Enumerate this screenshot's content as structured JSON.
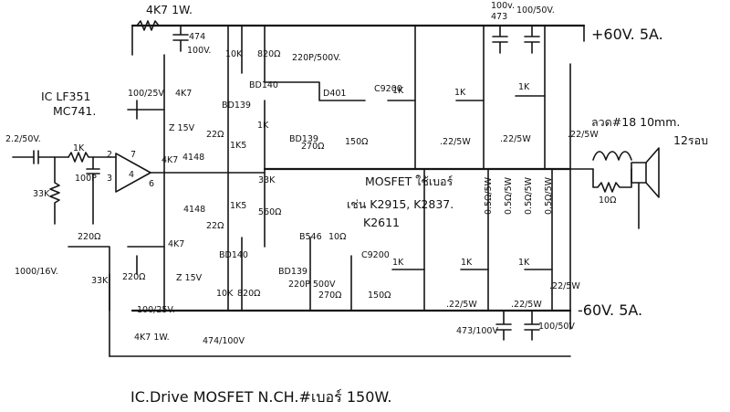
{
  "top": {
    "r_4k7_1w_top": "4K7 1W.",
    "cap_474_100v": "474",
    "cap_474_100v_b": "100V.",
    "rail_caps_100v": "100v.",
    "rail_caps_473": "473",
    "rail_caps_100_50v": "100/50V.",
    "supply_pos": "+60V. 5A."
  },
  "opamp": {
    "ic_label_1": "IC LF351",
    "ic_label_2": "MC741.",
    "pin2": "2",
    "pin3": "3",
    "pin4": "4",
    "pin6": "6",
    "pin7": "7",
    "input_cap": "2.2/50V.",
    "r_1k": "1K",
    "c_100p": "100P",
    "r_33k": "33K"
  },
  "bias": {
    "c_100_25v_top": "100/25V",
    "r_4k7_top": "4K7",
    "z_15v_top": "Z 15V",
    "d_4148_top": "4148",
    "r_4k7_mid": "4K7",
    "d_4148_bot": "4148",
    "r_22_top": "22Ω",
    "r_22_bot": "22Ω",
    "r_4k7_bot": "4K7",
    "z_15v_bot": "Z 15V",
    "c_100_25v_bot": "100/25V.",
    "r_4k7_1w_bot": "4K7 1W.",
    "cap_474_100v_bot": "474/100V",
    "r_220": "220Ω",
    "c_1000_16v": "1000/16V.",
    "r_33k_fb": "33K",
    "r_220_fb": "220Ω"
  },
  "drivers": {
    "r_10k_top": "10K",
    "r_820_top": "820Ω",
    "q_bd140_top": "BD140",
    "q_bd139_top": "BD139",
    "r_1k5_top": "1K5",
    "c_220p_top": "220P/500V.",
    "q_d401": "D401",
    "r_1k": "1K",
    "q_bd139_mid": "BD139",
    "r_270_top": "270Ω",
    "r_33k_mid": "33K",
    "r_1k5_bot": "1K5",
    "r_560": "560Ω",
    "q_bd140_bot": "BD140",
    "q_bd139_bot": "BD139",
    "r_10k_bot": "10K",
    "r_820_bot": "820Ω",
    "q_b546": "B546",
    "r_10_b546": "10Ω",
    "c_220p_bot": "220P 500V",
    "r_270_bot": "270Ω",
    "r_150_bot": "150Ω"
  },
  "outputs": {
    "c9200_top": "C9200",
    "r_1k_a": "1K",
    "r_150_top": "150Ω",
    "r_1k_b": "1K",
    "r_1k_c": "1K",
    "r_022_5w_1": ".22/5W",
    "r_022_5w_2": ".22/5W",
    "r_022_5w_3": ".22/5W",
    "mosfet_note": "MOSFET ใช้เบอร์",
    "mosfet_parts": "เช่น K2915, K2837.",
    "mosfet_part3": "K2611",
    "r_05_5w_1": "0.5Ω/5W",
    "r_05_5w_2": "0.5Ω/5W",
    "r_05_5w_3": "0.5Ω/5W",
    "r_05_5w_4": "0.5Ω/5W",
    "c9200_bot": "C9200",
    "r_1k_d": "1K",
    "r_1k_e": "1K",
    "r_1k_f": "1K",
    "r_022_5w_4": ".22/5W",
    "r_022_5w_5": ".22/5W",
    "r_022_5w_6": ".22/5W"
  },
  "output_stage": {
    "coil_label": "ลวด#18 10mm.",
    "coil_turns": "12รอบ",
    "r_10": "10Ω",
    "supply_neg": "-60V. 5A.",
    "cap_473_100v": "473/100V",
    "cap_100_50v": "100/50V"
  },
  "footer": {
    "caption": "IC.Drive MOSFET N.CH.#เบอร์ 150W."
  }
}
